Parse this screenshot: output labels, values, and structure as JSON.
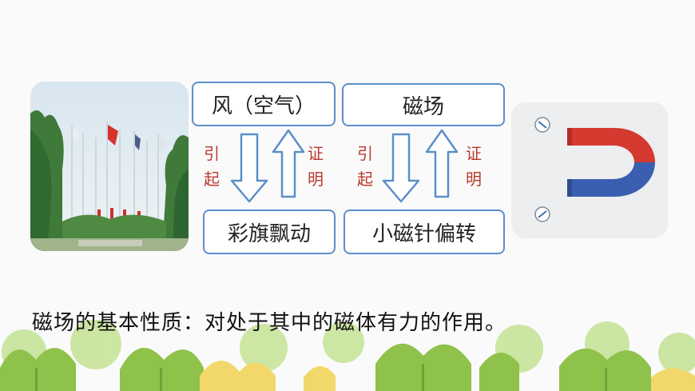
{
  "boxes": {
    "wind": "风（空气）",
    "magnetic_field": "磁场",
    "flag_waving": "彩旗飘动",
    "needle_deflect": "小磁针偏转"
  },
  "relations": {
    "left_cause": "引起",
    "left_prove": "证明",
    "right_cause": "引起",
    "right_prove": "证明"
  },
  "statement": "磁场的基本性质：对处于其中的磁体有力的作用。",
  "colors": {
    "box_border": "#5b8fc9",
    "relation_text": "#b83a2e",
    "magnet_north": "#d43a2f",
    "magnet_south": "#3a5fb0"
  }
}
